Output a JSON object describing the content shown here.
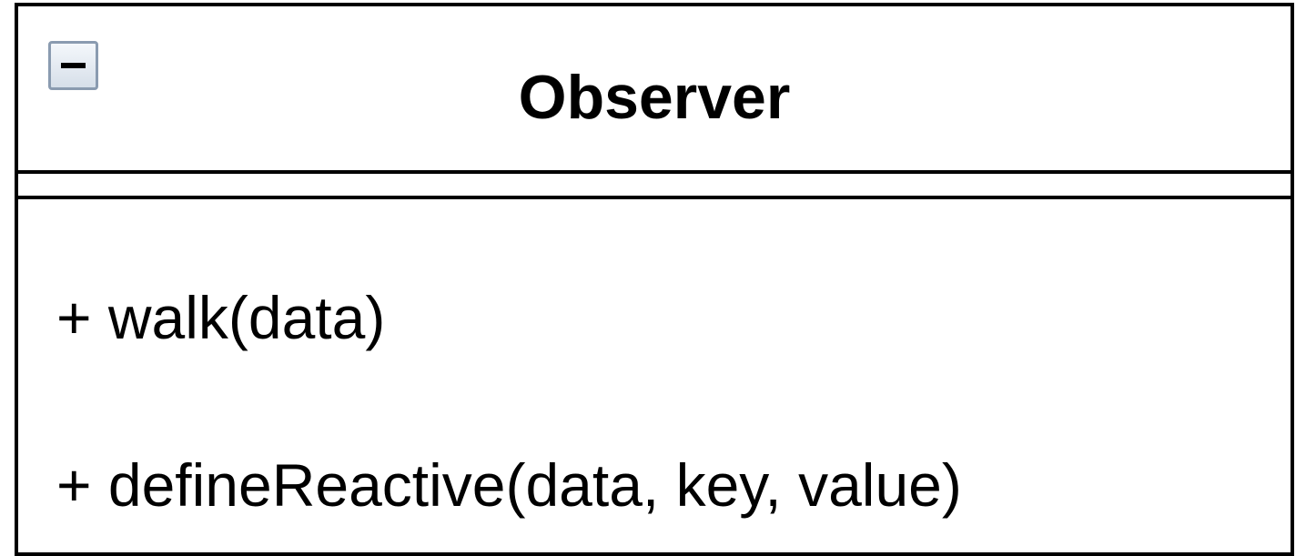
{
  "uml_class": {
    "name": "Observer",
    "collapse_icon": "minus-collapse-icon",
    "attributes": [],
    "operations": [
      "+ walk(data)",
      "+ defineReactive(data, key, value)"
    ]
  }
}
